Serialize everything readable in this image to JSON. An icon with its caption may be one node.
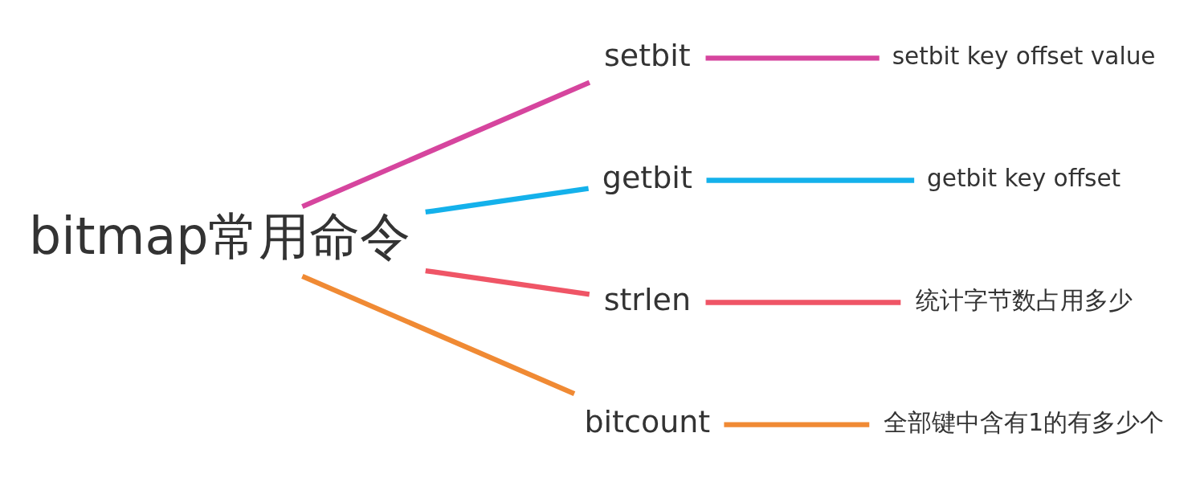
{
  "diagram": {
    "nodes": [
      {
        "text": [
          "bitmap常用命令"
        ]
      },
      {
        "text": [
          "setbit"
        ]
      },
      {
        "text": [
          "setbit key offset value"
        ]
      },
      {
        "text": [
          "getbit"
        ]
      },
      {
        "text": [
          "getbit key offset"
        ]
      },
      {
        "text": [
          "strlen"
        ]
      },
      {
        "text": [
          "统计字节数占用多少"
        ]
      },
      {
        "text": [
          "bitcount"
        ]
      },
      {
        "text": [
          "全部键中含有1的有多少个"
        ]
      }
    ],
    "edges": [
      {
        "from": 0,
        "to": 1,
        "arrow": "none",
        "color": "#d6459e"
      },
      {
        "from": 1,
        "to": 2,
        "arrow": "none",
        "color": "#d6459e"
      },
      {
        "from": 0,
        "to": 3,
        "arrow": "none",
        "color": "#14b1eb"
      },
      {
        "from": 3,
        "to": 4,
        "arrow": "none",
        "color": "#14b1eb"
      },
      {
        "from": 0,
        "to": 5,
        "arrow": "none",
        "color": "#ef5566"
      },
      {
        "from": 5,
        "to": 6,
        "arrow": "none",
        "color": "#ef5566"
      },
      {
        "from": 0,
        "to": 7,
        "arrow": "none",
        "color": "#f08a34"
      },
      {
        "from": 7,
        "to": 8,
        "arrow": "none",
        "color": "#f08a34"
      }
    ]
  }
}
